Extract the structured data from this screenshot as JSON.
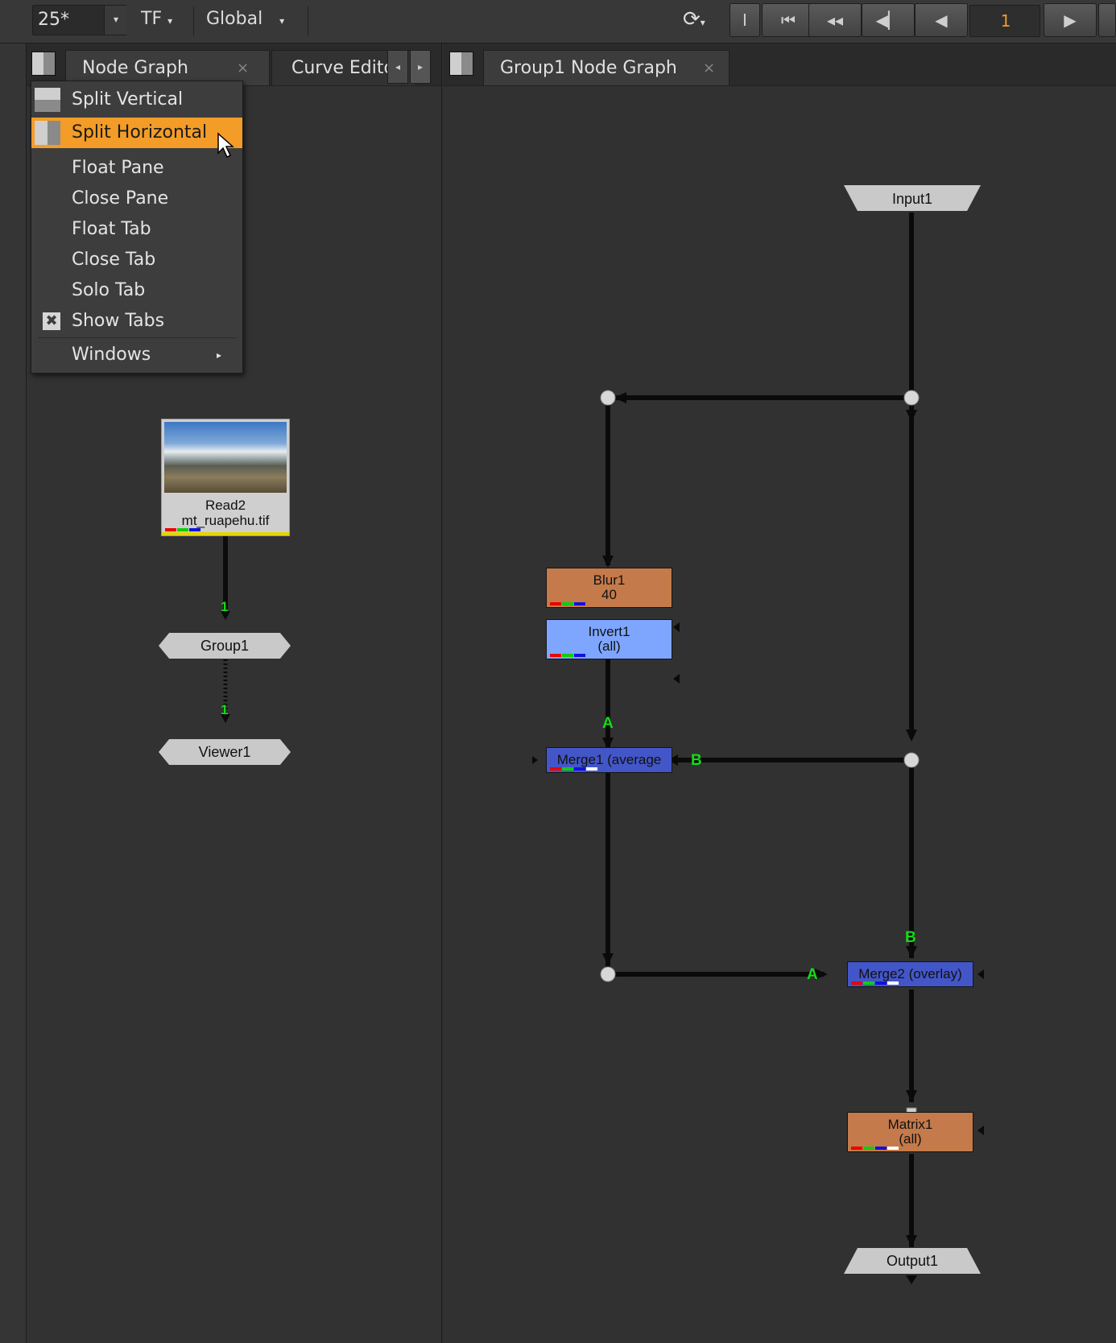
{
  "toolbar": {
    "fps_value": "25*",
    "tf_label": "TF",
    "global_label": "Global",
    "frame_number": "1",
    "frame_color": "#f39c27",
    "buttons": [
      "I",
      "go-to-start-icon",
      "prev-keyframe-icon",
      "step-back-icon",
      "play-backward-icon",
      "play-forward-icon"
    ]
  },
  "left_pane": {
    "tabs": [
      {
        "label": "Node Graph",
        "close": "×"
      },
      {
        "label": "Curve Editor"
      }
    ]
  },
  "right_pane": {
    "tabs": [
      {
        "label": "Group1 Node Graph",
        "close": "×"
      }
    ]
  },
  "context_menu": {
    "items": [
      {
        "label": "Split Vertical",
        "icon": "split-vertical-icon"
      },
      {
        "label": "Split Horizontal",
        "icon": "split-horizontal-icon",
        "active": true
      },
      {
        "label": "Float Pane"
      },
      {
        "label": "Close Pane"
      },
      {
        "label": "Float Tab"
      },
      {
        "label": "Close Tab"
      },
      {
        "label": "Solo Tab"
      },
      {
        "label": "Show Tabs",
        "checked": true
      },
      {
        "label": "Windows",
        "submenu": true
      }
    ],
    "highlight_color": "#f39c27"
  },
  "left_graph": {
    "read_node": {
      "name": "Read2",
      "file": "mt_ruapehu.tif"
    },
    "group_node": {
      "label": "Group1"
    },
    "viewer_node": {
      "label": "Viewer1"
    },
    "pipe_labels": [
      "1",
      "1"
    ]
  },
  "right_graph": {
    "input_node": {
      "label": "Input1"
    },
    "output_node": {
      "label": "Output1"
    },
    "blur_node": {
      "name": "Blur1",
      "value": "40",
      "color": "#c47a4a"
    },
    "invert_node": {
      "name": "Invert1",
      "value": "(all)",
      "color": "#7fa6ff"
    },
    "merge1_node": {
      "label": "Merge1 (average",
      "color": "#4356c8"
    },
    "merge2_node": {
      "label": "Merge2 (overlay)",
      "color": "#4356c8"
    },
    "matrix_node": {
      "name": "Matrix1",
      "value": "(all)",
      "color": "#c47a4a"
    },
    "input_labels": {
      "merge1_a": "A",
      "merge1_b": "B",
      "merge2_a": "A",
      "merge2_b": "B"
    }
  }
}
